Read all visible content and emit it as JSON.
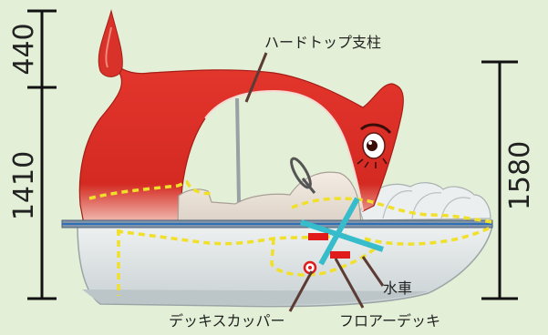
{
  "dimensions": {
    "top": "440",
    "left": "1410",
    "right": "1580"
  },
  "labels": {
    "hardtop_post": "ハードトップ支柱",
    "paddle_wheel": "水車",
    "deck_cupper": "デッキスカッパー",
    "floor_deck": "フロアーデッキ"
  },
  "colors": {
    "body_red": "#d92a22",
    "hull": "#d8dedf",
    "accent_cyan": "#37bccb",
    "dotted_yellow": "#f1e02a",
    "background": "#e3efd6"
  }
}
